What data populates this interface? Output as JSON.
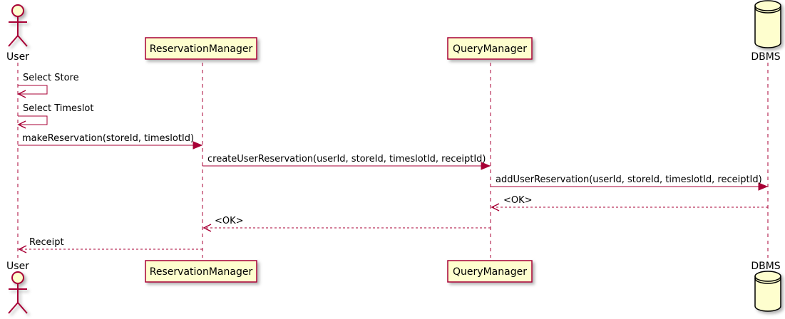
{
  "colors": {
    "participant_fill": "#FEFECE",
    "participant_border": "#A80036",
    "lifeline": "#A80036",
    "arrow": "#A80036",
    "text": "#000000",
    "shadow": "#c7c7c7"
  },
  "participants": [
    {
      "id": "user",
      "name": "User",
      "kind": "actor",
      "icon": "actor-icon"
    },
    {
      "id": "reservation_manager",
      "name": "ReservationManager",
      "kind": "participant"
    },
    {
      "id": "query_manager",
      "name": "QueryManager",
      "kind": "participant"
    },
    {
      "id": "dbms",
      "name": "DBMS",
      "kind": "database",
      "icon": "database-icon"
    }
  ],
  "messages": [
    {
      "from": "user",
      "to": "user",
      "label": "Select Store",
      "style": "sync"
    },
    {
      "from": "user",
      "to": "user",
      "label": "Select Timeslot",
      "style": "sync"
    },
    {
      "from": "user",
      "to": "reservation_manager",
      "label": "makeReservation(storeId, timeslotId)",
      "style": "sync"
    },
    {
      "from": "reservation_manager",
      "to": "query_manager",
      "label": "createUserReservation(userId, storeId, timeslotId, receiptId)",
      "style": "sync"
    },
    {
      "from": "query_manager",
      "to": "dbms",
      "label": "addUserReservation(userId, storeId, timeslotId, receiptId)",
      "style": "sync"
    },
    {
      "from": "dbms",
      "to": "query_manager",
      "label": "<OK>",
      "style": "return"
    },
    {
      "from": "query_manager",
      "to": "reservation_manager",
      "label": "<OK>",
      "style": "return"
    },
    {
      "from": "reservation_manager",
      "to": "user",
      "label": "Receipt",
      "style": "return"
    }
  ]
}
